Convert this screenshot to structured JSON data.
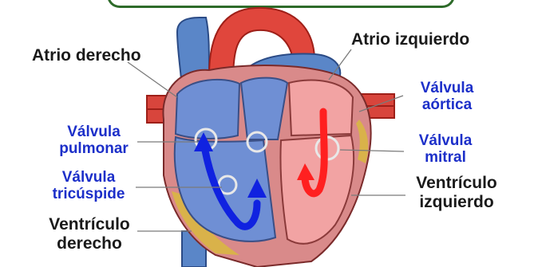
{
  "header": {
    "color": "#2e6b2a"
  },
  "labels": {
    "atrio_derecho": "Atrio derecho",
    "atrio_izquierdo": "Atrio izquierdo",
    "valvula_aortica": [
      "Válvula",
      "aórtica"
    ],
    "valvula_pulmonar": [
      "Válvula",
      "pulmonar"
    ],
    "valvula_mitral": [
      "Válvula",
      "mitral"
    ],
    "valvula_tricuspide": [
      "Válvula",
      "tricúspide"
    ],
    "ventriculo_izquierdo": [
      "Ventrículo",
      "izquierdo"
    ],
    "ventriculo_derecho": [
      "Ventrículo",
      "derecho"
    ]
  },
  "colors": {
    "deoxygenated": "#6f8fd4",
    "oxygenated": "#e0463c",
    "muscle": "#d98a8a",
    "fat": "#d9b24a",
    "blood_flow_right": "#1022e0",
    "blood_flow_left": "#ff2020",
    "label_black": "#1a1a1a",
    "label_blue": "#1c2fc9"
  }
}
